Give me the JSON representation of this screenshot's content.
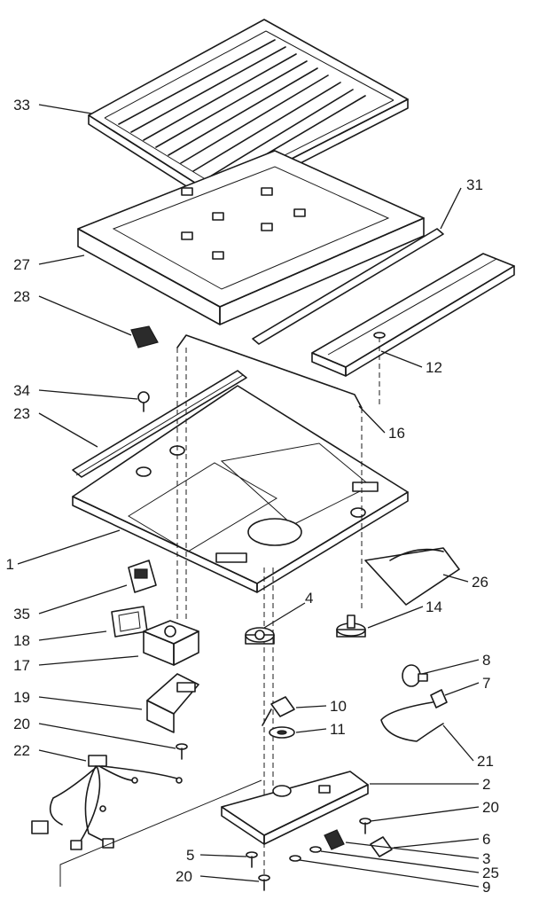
{
  "callouts": [
    {
      "id": "33",
      "label": "33"
    },
    {
      "id": "27",
      "label": "27"
    },
    {
      "id": "28",
      "label": "28"
    },
    {
      "id": "34",
      "label": "34"
    },
    {
      "id": "23",
      "label": "23"
    },
    {
      "id": "1",
      "label": "1"
    },
    {
      "id": "35",
      "label": "35"
    },
    {
      "id": "18",
      "label": "18"
    },
    {
      "id": "17",
      "label": "17"
    },
    {
      "id": "19",
      "label": "19"
    },
    {
      "id": "20a",
      "label": "20"
    },
    {
      "id": "22",
      "label": "22"
    },
    {
      "id": "31",
      "label": "31"
    },
    {
      "id": "12",
      "label": "12"
    },
    {
      "id": "16",
      "label": "16"
    },
    {
      "id": "26",
      "label": "26"
    },
    {
      "id": "4",
      "label": "4"
    },
    {
      "id": "14",
      "label": "14"
    },
    {
      "id": "8",
      "label": "8"
    },
    {
      "id": "7",
      "label": "7"
    },
    {
      "id": "10",
      "label": "10"
    },
    {
      "id": "11",
      "label": "11"
    },
    {
      "id": "21",
      "label": "21"
    },
    {
      "id": "2",
      "label": "2"
    },
    {
      "id": "20b",
      "label": "20"
    },
    {
      "id": "6",
      "label": "6"
    },
    {
      "id": "3",
      "label": "3"
    },
    {
      "id": "25",
      "label": "25"
    },
    {
      "id": "9",
      "label": "9"
    },
    {
      "id": "5",
      "label": "5"
    },
    {
      "id": "20c",
      "label": "20"
    }
  ]
}
